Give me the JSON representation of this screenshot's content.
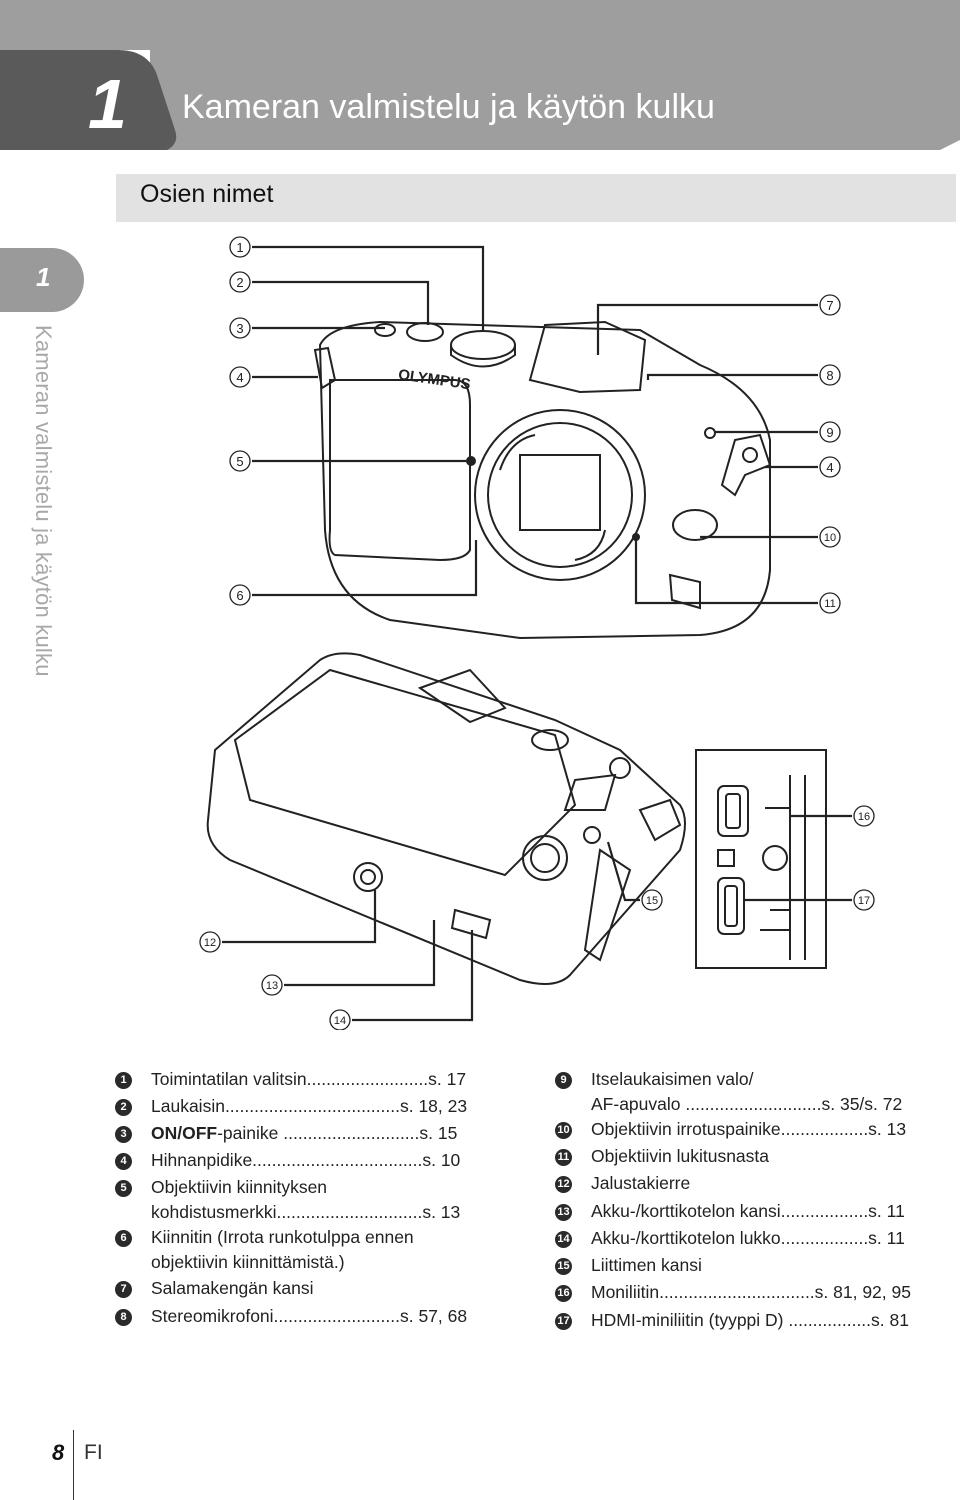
{
  "header": {
    "chapter_number": "1",
    "chapter_title": "Kameran valmistelu ja käytön kulku"
  },
  "section": {
    "title": "Osien nimet"
  },
  "side_tab": {
    "number": "1",
    "label": "Kameran valmistelu ja käytön kulku"
  },
  "figure": {
    "callouts": [
      "1",
      "2",
      "3",
      "4",
      "5",
      "6",
      "7",
      "8",
      "9",
      "4",
      "10",
      "11",
      "12",
      "13",
      "14",
      "15",
      "16",
      "17"
    ],
    "brand_text": "OLYMPUS"
  },
  "parts_left": [
    {
      "num": "1",
      "text": "Toimintatilan valitsin.........................s. 17"
    },
    {
      "num": "2",
      "text": "Laukaisin....................................s. 18, 23"
    },
    {
      "num": "3",
      "text_bold": "ON/OFF",
      "text": "-painike ............................s. 15"
    },
    {
      "num": "4",
      "text": "Hihnanpidike...................................s. 10"
    },
    {
      "num": "5",
      "text": "Objektiivin kiinnityksen",
      "text2": "kohdistusmerkki..............................s. 13"
    },
    {
      "num": "6",
      "text": "Kiinnitin (Irrota runkotulppa ennen",
      "text2": "objektiivin kiinnittämistä.)"
    },
    {
      "num": "7",
      "text": "Salamakengän kansi"
    },
    {
      "num": "8",
      "text": "Stereomikrofoni..........................s. 57, 68"
    }
  ],
  "parts_right": [
    {
      "num": "9",
      "text": "Itselaukaisimen valo/",
      "text2": "AF-apuvalo ............................s. 35/s. 72"
    },
    {
      "num": "10",
      "text": "Objektiivin irrotuspainike..................s. 13"
    },
    {
      "num": "11",
      "text": "Objektiivin lukitusnasta"
    },
    {
      "num": "12",
      "text": "Jalustakierre"
    },
    {
      "num": "13",
      "text": "Akku-/korttikotelon kansi..................s. 11"
    },
    {
      "num": "14",
      "text": "Akku-/korttikotelon lukko..................s. 11"
    },
    {
      "num": "15",
      "text": "Liittimen kansi"
    },
    {
      "num": "16",
      "text": "Moniliitin................................s. 81, 92, 95"
    },
    {
      "num": "17",
      "text": "HDMI-miniliitin (tyyppi D) .................s. 81"
    }
  ],
  "footer": {
    "page_number": "8",
    "language": "FI"
  },
  "colors": {
    "header_dark": "#5a5a5a",
    "header_light": "#9e9e9e",
    "section_bar": "#e2e2e2",
    "side_text": "#a8a8a8"
  }
}
